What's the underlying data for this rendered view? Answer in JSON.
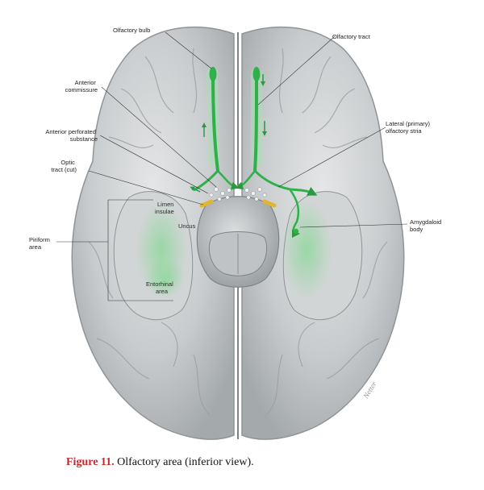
{
  "figure": {
    "labels": {
      "olfactory_bulb": "Olfactory bulb",
      "olfactory_tract": "Olfactory tract",
      "anterior_commissure": [
        "Anterior",
        "commissure"
      ],
      "anterior_perforated_substance": [
        "Anterior perforated",
        "substance"
      ],
      "lateral_olfactory_stria": [
        "Lateral (primary)",
        "olfactory stria"
      ],
      "optic_tract": [
        "Optic",
        "tract (cut)"
      ],
      "limen_insulae": [
        "Limen",
        "insulae"
      ],
      "uncus": "Uncus",
      "amygdaloid_body": [
        "Amygdaloid",
        "body"
      ],
      "piriform_area": [
        "Piriform",
        "area"
      ],
      "entorhinal_area": [
        "Entorhinal",
        "area"
      ]
    },
    "signature": "Netter",
    "colors": {
      "brain": "#c9ccce",
      "brain_dark": "#8f9497",
      "olfactory_green": "#2fb04a",
      "cortex_highlight": "#9fdcaa",
      "optic_tract": "#e2b530",
      "caption_accent": "#c0282d"
    }
  },
  "caption": {
    "number": "Figure 11.",
    "text": "Olfactory area (inferior view)."
  }
}
